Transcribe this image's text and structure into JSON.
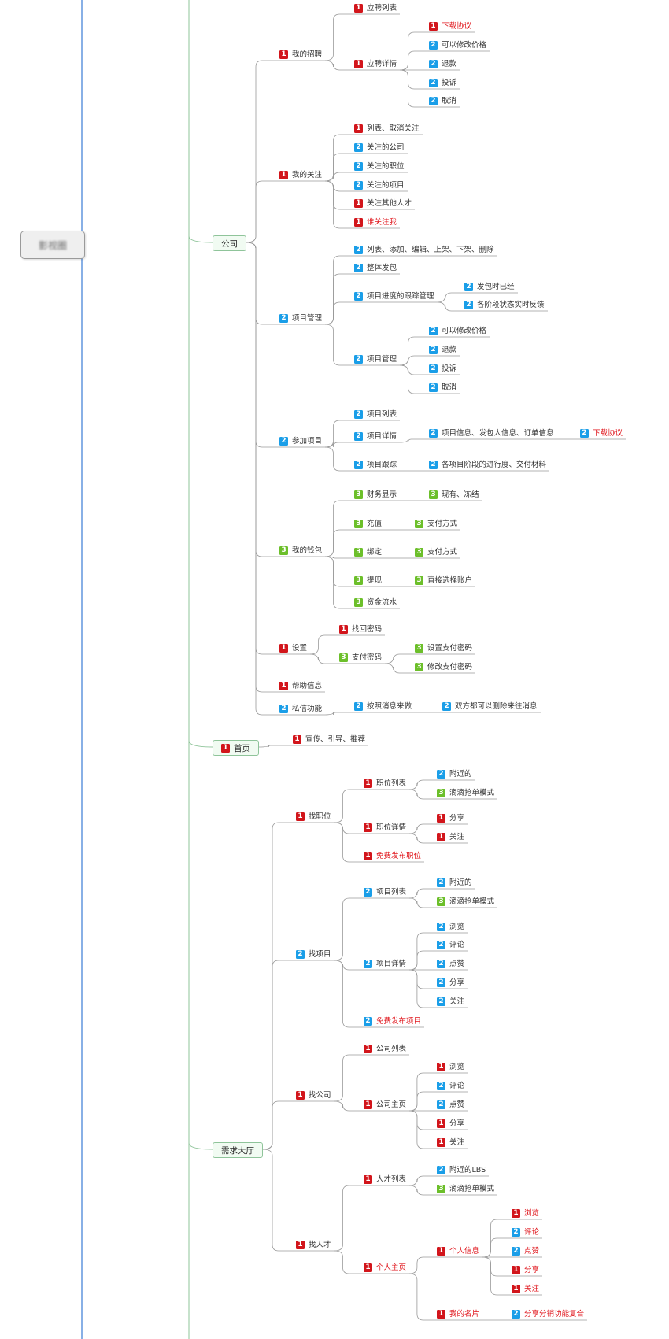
{
  "root": {
    "label": "影视圈"
  },
  "branches": [
    {
      "id": "b_company",
      "label": "公司"
    },
    {
      "id": "b_home",
      "label": "首页",
      "badge": 1
    },
    {
      "id": "b_demand",
      "label": "需求大厅"
    }
  ],
  "nodes": [
    {
      "id": "n1",
      "label": "应聘列表",
      "badge": 1
    },
    {
      "id": "n2",
      "label": "下载协议",
      "badge": 1,
      "red": true
    },
    {
      "id": "n3",
      "label": "可以修改价格",
      "badge": 2
    },
    {
      "id": "n4",
      "label": "我的招聘",
      "badge": 1
    },
    {
      "id": "n5",
      "label": "应聘详情",
      "badge": 1
    },
    {
      "id": "n6",
      "label": "退款",
      "badge": 2
    },
    {
      "id": "n7",
      "label": "投诉",
      "badge": 2
    },
    {
      "id": "n8",
      "label": "取消",
      "badge": 2
    },
    {
      "id": "n9",
      "label": "列表、取消关注",
      "badge": 1
    },
    {
      "id": "n10",
      "label": "关注的公司",
      "badge": 2
    },
    {
      "id": "n11",
      "label": "关注的职位",
      "badge": 2
    },
    {
      "id": "n12",
      "label": "我的关注",
      "badge": 1
    },
    {
      "id": "n13",
      "label": "关注的项目",
      "badge": 2
    },
    {
      "id": "n14",
      "label": "关注其他人才",
      "badge": 1
    },
    {
      "id": "n15",
      "label": "谁关注我",
      "badge": 1,
      "red": true
    },
    {
      "id": "n16",
      "label": "列表、添加、编辑、上架、下架、删除",
      "badge": 2
    },
    {
      "id": "n17",
      "label": "整体发包",
      "badge": 2
    },
    {
      "id": "n18",
      "label": "发包时已经",
      "badge": 2
    },
    {
      "id": "n19",
      "label": "项目进度的跟踪管理",
      "badge": 2
    },
    {
      "id": "n20",
      "label": "各阶段状态实时反馈",
      "badge": 2
    },
    {
      "id": "n21",
      "label": "项目管理",
      "badge": 2
    },
    {
      "id": "n22",
      "label": "可以修改价格",
      "badge": 2
    },
    {
      "id": "n23",
      "label": "退款",
      "badge": 2
    },
    {
      "id": "n24",
      "label": "项目管理",
      "badge": 2
    },
    {
      "id": "n25",
      "label": "投诉",
      "badge": 2
    },
    {
      "id": "n26",
      "label": "取消",
      "badge": 2
    },
    {
      "id": "n27",
      "label": "项目列表",
      "badge": 2
    },
    {
      "id": "n28",
      "label": "项目信息、发包人信息、订单信息",
      "badge": 2
    },
    {
      "id": "n29",
      "label": "下载协议",
      "badge": 2,
      "red": true
    },
    {
      "id": "n30",
      "label": "项目详情",
      "badge": 2
    },
    {
      "id": "n31",
      "label": "参加项目",
      "badge": 2
    },
    {
      "id": "n32",
      "label": "项目跟踪",
      "badge": 2
    },
    {
      "id": "n33",
      "label": "各项目阶段的进行度、交付材料",
      "badge": 2
    },
    {
      "id": "n34",
      "label": "财务显示",
      "badge": 3
    },
    {
      "id": "n35",
      "label": "现有、冻结",
      "badge": 3
    },
    {
      "id": "n36",
      "label": "充值",
      "badge": 3
    },
    {
      "id": "n37",
      "label": "支付方式",
      "badge": 3
    },
    {
      "id": "n38",
      "label": "我的钱包",
      "badge": 3
    },
    {
      "id": "n39",
      "label": "绑定",
      "badge": 3
    },
    {
      "id": "n40",
      "label": "支付方式",
      "badge": 3
    },
    {
      "id": "n41",
      "label": "提现",
      "badge": 3
    },
    {
      "id": "n42",
      "label": "直接选择账户",
      "badge": 3
    },
    {
      "id": "n43",
      "label": "资金流水",
      "badge": 3
    },
    {
      "id": "n44",
      "label": "找回密码",
      "badge": 1
    },
    {
      "id": "n45",
      "label": "设置",
      "badge": 1
    },
    {
      "id": "n46",
      "label": "设置支付密码",
      "badge": 3
    },
    {
      "id": "n47",
      "label": "支付密码",
      "badge": 3
    },
    {
      "id": "n48",
      "label": "修改支付密码",
      "badge": 3
    },
    {
      "id": "n49",
      "label": "帮助信息",
      "badge": 1
    },
    {
      "id": "n50",
      "label": "按照消息来做",
      "badge": 2
    },
    {
      "id": "n51",
      "label": "双方都可以删除来往消息",
      "badge": 2
    },
    {
      "id": "n52",
      "label": "私信功能",
      "badge": 2
    },
    {
      "id": "n53",
      "label": "宣传、引导、推荐",
      "badge": 1
    },
    {
      "id": "n54",
      "label": "附近的",
      "badge": 2
    },
    {
      "id": "n55",
      "label": "职位列表",
      "badge": 1
    },
    {
      "id": "n56",
      "label": "滴滴抢单模式",
      "badge": 3
    },
    {
      "id": "n57",
      "label": "找职位",
      "badge": 1
    },
    {
      "id": "n58",
      "label": "分享",
      "badge": 1
    },
    {
      "id": "n59",
      "label": "职位详情",
      "badge": 1
    },
    {
      "id": "n60",
      "label": "关注",
      "badge": 1
    },
    {
      "id": "n61",
      "label": "免费发布职位",
      "badge": 1,
      "red": true
    },
    {
      "id": "n62",
      "label": "附近的",
      "badge": 2
    },
    {
      "id": "n63",
      "label": "项目列表",
      "badge": 2
    },
    {
      "id": "n64",
      "label": "滴滴抢单模式",
      "badge": 3
    },
    {
      "id": "n65",
      "label": "浏览",
      "badge": 2
    },
    {
      "id": "n66",
      "label": "评论",
      "badge": 2
    },
    {
      "id": "n67",
      "label": "找项目",
      "badge": 2
    },
    {
      "id": "n68",
      "label": "项目详情",
      "badge": 2
    },
    {
      "id": "n69",
      "label": "点赞",
      "badge": 2
    },
    {
      "id": "n70",
      "label": "分享",
      "badge": 2
    },
    {
      "id": "n71",
      "label": "关注",
      "badge": 2
    },
    {
      "id": "n72",
      "label": "免费发布项目",
      "badge": 2,
      "red": true
    },
    {
      "id": "n73",
      "label": "公司列表",
      "badge": 1
    },
    {
      "id": "n74",
      "label": "浏览",
      "badge": 1
    },
    {
      "id": "n75",
      "label": "评论",
      "badge": 2
    },
    {
      "id": "n76",
      "label": "找公司",
      "badge": 1
    },
    {
      "id": "n77",
      "label": "公司主页",
      "badge": 1
    },
    {
      "id": "n78",
      "label": "点赞",
      "badge": 2
    },
    {
      "id": "n79",
      "label": "分享",
      "badge": 1
    },
    {
      "id": "n80",
      "label": "关注",
      "badge": 1
    },
    {
      "id": "n81",
      "label": "附近的LBS",
      "badge": 2
    },
    {
      "id": "n82",
      "label": "人才列表",
      "badge": 1
    },
    {
      "id": "n83",
      "label": "滴滴抢单模式",
      "badge": 3
    },
    {
      "id": "n84",
      "label": "浏览",
      "badge": 1,
      "red": true
    },
    {
      "id": "n85",
      "label": "评论",
      "badge": 2,
      "red": true
    },
    {
      "id": "n86",
      "label": "找人才",
      "badge": 1
    },
    {
      "id": "n87",
      "label": "个人信息",
      "badge": 1,
      "red": true
    },
    {
      "id": "n88",
      "label": "点赞",
      "badge": 2,
      "red": true
    },
    {
      "id": "n89",
      "label": "个人主页",
      "badge": 1,
      "red": true
    },
    {
      "id": "n90",
      "label": "分享",
      "badge": 1,
      "red": true
    },
    {
      "id": "n91",
      "label": "关注",
      "badge": 1,
      "red": true
    },
    {
      "id": "n92",
      "label": "我的名片",
      "badge": 1,
      "red": true
    },
    {
      "id": "n93",
      "label": "分享分销功能复合",
      "badge": 2,
      "red": true
    }
  ],
  "edges": [
    [
      "b_company",
      "n4"
    ],
    [
      "b_company",
      "n12"
    ],
    [
      "b_company",
      "n21"
    ],
    [
      "b_company",
      "n31"
    ],
    [
      "b_company",
      "n38"
    ],
    [
      "b_company",
      "n45"
    ],
    [
      "b_company",
      "n49"
    ],
    [
      "b_company",
      "n52"
    ],
    [
      "n4",
      "n1"
    ],
    [
      "n4",
      "n5"
    ],
    [
      "n5",
      "n2"
    ],
    [
      "n5",
      "n3"
    ],
    [
      "n5",
      "n6"
    ],
    [
      "n5",
      "n7"
    ],
    [
      "n5",
      "n8"
    ],
    [
      "n12",
      "n9"
    ],
    [
      "n12",
      "n10"
    ],
    [
      "n12",
      "n11"
    ],
    [
      "n12",
      "n13"
    ],
    [
      "n12",
      "n14"
    ],
    [
      "n12",
      "n15"
    ],
    [
      "n21",
      "n16"
    ],
    [
      "n21",
      "n17"
    ],
    [
      "n21",
      "n19"
    ],
    [
      "n21",
      "n24"
    ],
    [
      "n19",
      "n18"
    ],
    [
      "n19",
      "n20"
    ],
    [
      "n24",
      "n22"
    ],
    [
      "n24",
      "n23"
    ],
    [
      "n24",
      "n25"
    ],
    [
      "n24",
      "n26"
    ],
    [
      "n31",
      "n27"
    ],
    [
      "n31",
      "n30"
    ],
    [
      "n31",
      "n32"
    ],
    [
      "n30",
      "n28"
    ],
    [
      "n28",
      "n29"
    ],
    [
      "n32",
      "n33"
    ],
    [
      "n38",
      "n34"
    ],
    [
      "n38",
      "n36"
    ],
    [
      "n38",
      "n39"
    ],
    [
      "n38",
      "n41"
    ],
    [
      "n38",
      "n43"
    ],
    [
      "n34",
      "n35"
    ],
    [
      "n36",
      "n37"
    ],
    [
      "n39",
      "n40"
    ],
    [
      "n41",
      "n42"
    ],
    [
      "n45",
      "n44"
    ],
    [
      "n45",
      "n47"
    ],
    [
      "n47",
      "n46"
    ],
    [
      "n47",
      "n48"
    ],
    [
      "n52",
      "n50"
    ],
    [
      "n50",
      "n51"
    ],
    [
      "b_home",
      "n53"
    ],
    [
      "b_demand",
      "n57"
    ],
    [
      "b_demand",
      "n67"
    ],
    [
      "b_demand",
      "n76"
    ],
    [
      "b_demand",
      "n86"
    ],
    [
      "n57",
      "n55"
    ],
    [
      "n57",
      "n59"
    ],
    [
      "n57",
      "n61"
    ],
    [
      "n55",
      "n54"
    ],
    [
      "n55",
      "n56"
    ],
    [
      "n59",
      "n58"
    ],
    [
      "n59",
      "n60"
    ],
    [
      "n67",
      "n63"
    ],
    [
      "n67",
      "n68"
    ],
    [
      "n67",
      "n72"
    ],
    [
      "n63",
      "n62"
    ],
    [
      "n63",
      "n64"
    ],
    [
      "n68",
      "n65"
    ],
    [
      "n68",
      "n66"
    ],
    [
      "n68",
      "n69"
    ],
    [
      "n68",
      "n70"
    ],
    [
      "n68",
      "n71"
    ],
    [
      "n76",
      "n73"
    ],
    [
      "n76",
      "n77"
    ],
    [
      "n77",
      "n74"
    ],
    [
      "n77",
      "n75"
    ],
    [
      "n77",
      "n78"
    ],
    [
      "n77",
      "n79"
    ],
    [
      "n77",
      "n80"
    ],
    [
      "n86",
      "n82"
    ],
    [
      "n86",
      "n89"
    ],
    [
      "n82",
      "n81"
    ],
    [
      "n82",
      "n83"
    ],
    [
      "n89",
      "n87"
    ],
    [
      "n89",
      "n92"
    ],
    [
      "n87",
      "n84"
    ],
    [
      "n87",
      "n85"
    ],
    [
      "n87",
      "n88"
    ],
    [
      "n87",
      "n90"
    ],
    [
      "n87",
      "n91"
    ],
    [
      "n92",
      "n93"
    ]
  ],
  "colors": {
    "badge1": "#d2151b",
    "badge2": "#1a9ee8",
    "badge3": "#6cbf2a",
    "red_text": "#e0161c",
    "line": "#9a9a9a",
    "spine_blue": "#3a7bd5",
    "spine_green": "#8fc49a"
  }
}
